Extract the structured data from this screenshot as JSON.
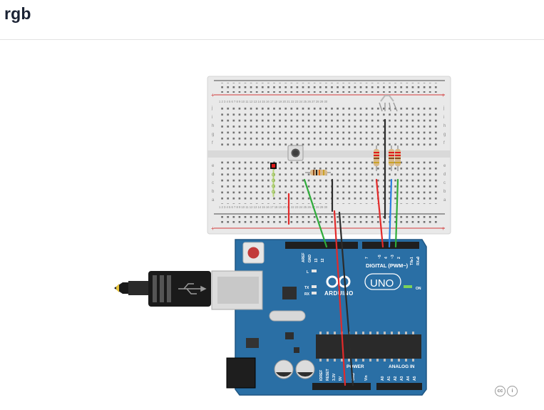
{
  "page": {
    "title": "rgb"
  },
  "board": {
    "logo_text": "ARDUINO",
    "model": "UNO",
    "on_label": "ON",
    "digital_label": "DIGITAL (PWM~)",
    "power_label": "POWER",
    "analog_label": "ANALOG IN",
    "aref_label": "AREF",
    "gnd_label": "GND",
    "pin13": "13",
    "pin12": "12",
    "pin_d7": "7",
    "pin_d5": "~5",
    "pin_d4": "4",
    "pin_d3": "~3",
    "pin_d2": "2",
    "tx_label": "TX▸1",
    "rx_label": "RX◂0",
    "l_label": "L",
    "tx_led": "TX",
    "rx_led": "RX",
    "ioref": "IOREF",
    "reset": "RESET",
    "v33": "3.3V",
    "v5": "5V",
    "gnd_power": "GND",
    "vin": "Vin",
    "a0": "A0",
    "a1": "A1",
    "a2": "A2",
    "a3": "A3",
    "a4": "A4",
    "a5": "A5"
  },
  "breadboard": {
    "row_labels_top": [
      "j",
      "i",
      "h",
      "g",
      "f"
    ],
    "row_labels_bottom": [
      "e",
      "d",
      "c",
      "b",
      "a"
    ],
    "col_numbers": [
      "1",
      "2",
      "3",
      "4",
      "5",
      "6",
      "7",
      "8",
      "9",
      "10",
      "11",
      "12",
      "13",
      "14",
      "15",
      "16",
      "17",
      "18",
      "19",
      "20",
      "21",
      "22",
      "23",
      "24",
      "25",
      "26",
      "27",
      "28",
      "29",
      "30"
    ]
  },
  "license": {
    "cc_icon": "cc-icon",
    "by_icon": "attribution-icon",
    "cc_text": "cc",
    "by_text": "i"
  },
  "colors": {
    "board_blue": "#2a6fa5",
    "wire_red": "#e32a2a",
    "wire_black": "#2b2b2b",
    "wire_green": "#2eac3a",
    "wire_blue": "#2a7fe0"
  }
}
